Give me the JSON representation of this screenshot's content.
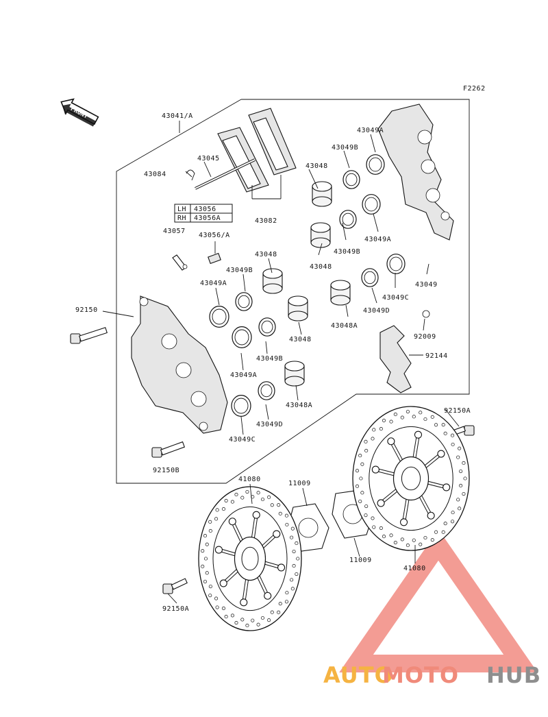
{
  "figure_code": "F2262",
  "front_label": "FRONT",
  "labels": {
    "p43041A": "43041/A",
    "p43084": "43084",
    "p43045": "43045",
    "p43082": "43082",
    "p43057": "43057",
    "p43056A": "43056/A",
    "p43048_top": "43048",
    "p43049B_top": "43049B",
    "p43049A_top": "43049A",
    "p43048_mid": "43048",
    "p43049B_mid": "43049B",
    "p43049A_mid": "43049A",
    "p43049": "43049",
    "p43049C_right": "43049C",
    "p43049D_right": "43049D",
    "p43048A_right": "43048A",
    "p92009": "92009",
    "p92144": "92144",
    "p43048_left": "43048",
    "p43049B_left": "43049B",
    "p43049A_left": "43049A",
    "p43048_c": "43048",
    "p43049B_c": "43049B",
    "p43049A_c": "43049A",
    "p43048A_c": "43048A",
    "p43049D_c": "43049D",
    "p43049C_c": "43049C",
    "p92150": "92150",
    "p92150B": "92150B",
    "p92150A_right": "92150A",
    "p92150A_left": "92150A",
    "p41080_left": "41080",
    "p41080_right": "41080",
    "p11009_top": "11009",
    "p11009_bottom": "11009"
  },
  "side_table": {
    "rows": [
      {
        "side": "LH",
        "part": "43056"
      },
      {
        "side": "RH",
        "part": "43056A"
      }
    ]
  },
  "watermark": {
    "part1": "AUTO",
    "part2": "MOTO",
    "part3": "HUB",
    "colors": {
      "auto": "#f5b342",
      "moto": "#f08a7a",
      "hub": "#8e8e8e",
      "triangle": "#f28b82"
    }
  }
}
